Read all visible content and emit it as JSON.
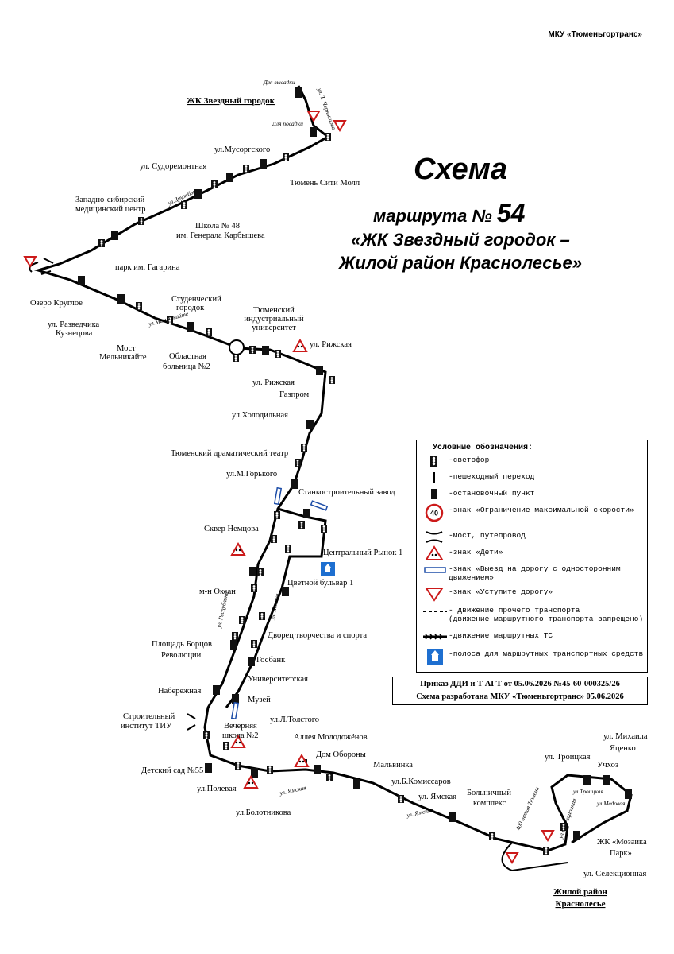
{
  "organization": "МКУ «Тюменьгортранс»",
  "title": {
    "word": "Схема",
    "route_prefix": "маршрута №",
    "route_number": "54",
    "line1": "«ЖК Звездный городок –",
    "line2": "Жилой район Краснолесье»"
  },
  "endpoints": {
    "start": "ЖК Звездный городок",
    "end_line1": "Жилой район",
    "end_line2": "Краснолесье"
  },
  "side_notes": {
    "drop_off": "Для высадки",
    "pick_up": "Для посадки"
  },
  "stops": {
    "musorgsky": "ул.Мусоргского",
    "city_mall": "Тюмень Сити Молл",
    "sudoremont": "ул. Судоремонтная",
    "zsmc_1": "Западно-сибирский",
    "zsmc_2": "медицинский центр",
    "school48_1": "Школа № 48",
    "school48_2": "им. Генерала Карбышева",
    "gagarin_park": "парк им. Гагарина",
    "ozero": "Озеро Круглое",
    "razvedchik_1": "ул. Разведчика",
    "razvedchik_2": "Кузнецова",
    "most_1": "Мост",
    "most_2": "Мельникайте",
    "stud_1": "Студенческий",
    "stud_2": "городок",
    "obl_1": "Областная",
    "obl_2": "больница №2",
    "tiu_1": "Тюменский",
    "tiu_2": "индустриальный",
    "tiu_3": "университет",
    "rizhskaya_a": "ул. Рижская",
    "rizhskaya_b": "ул. Рижская",
    "gazprom": "Газпром",
    "holodilnaya": "ул.Холодильная",
    "drama": "Тюменский драматический театр",
    "gorkogo": "ул.М.Горького",
    "stankozavod": "Станкостроительный завод",
    "nemtsova": "Сквер Немцова",
    "rynok": "Центральный Рынок 1",
    "tsvetnoy": "Цветной бульвар 1",
    "okean": "м-н Океан",
    "pl_1": "Площадь Борцов",
    "pl_2": "Революции",
    "dvorets": "Дворец творчества и спорта",
    "gosbank": "Госбанк",
    "univ": "Университетская",
    "naber": "Набережная",
    "muzey": "Музей",
    "stroit_1": "Строительный",
    "stroit_2": "институт ТИУ",
    "vech_1": "Вечерняя",
    "vech_2": "школа №2",
    "tolstogo": "ул.Л.Толстого",
    "alleya": "Аллея Молодожёнов",
    "dom_ob": "Дом Обороны",
    "malvinka": "Мальвинка",
    "kommisarov": "ул.Б.Комиссаров",
    "yamskaya": "ул. Ямская",
    "detsad": "Детский сад №55",
    "polevaya": "ул.Полевая",
    "bolotnikova": "ул.Болотникова",
    "bolnich_1": "Больничный",
    "bolnich_2": "комплекс",
    "troitskaya": "ул. Троицкая",
    "uchhoz": "Учхоз",
    "mikh_1": "ул. Михаила",
    "mikh_2": "Яценко",
    "mozanka_1": "ЖК «Мозаика",
    "mozanka_2": "Парк»",
    "selek": "ул. Селекционная"
  },
  "street_labels": {
    "chernyshova": "ул. Т. Чернышова",
    "druzhby": "ул.Дружбы",
    "melnikaite": "ул.Мельникайте",
    "respubliki": "ул. Республики",
    "lenina": "ул. Ленина",
    "yamskaya_1": "ул. Ямская",
    "yamskaya_2": "ул. Ямская",
    "troitskaya": "ул.Троицкая",
    "medovaya": "ул.Медовая",
    "selekts": "ул.Селекционная",
    "tyumen_ave": "400-летия Тюмени"
  },
  "legend": {
    "title": "Условные обозначения:",
    "items": [
      {
        "icon": "traffic-light-icon",
        "text": "-светофор"
      },
      {
        "icon": "pedestrian-crossing-icon",
        "text": "-пешеходный переход"
      },
      {
        "icon": "bus-stop-icon",
        "text": "-остановочный пункт"
      },
      {
        "icon": "speed-limit-icon",
        "value": "40",
        "text": "-знак «Ограничение максимальной скорости»"
      },
      {
        "icon": "bridge-icon",
        "text": "-мост, путепровод"
      },
      {
        "icon": "children-sign-icon",
        "text": "-знак «Дети»"
      },
      {
        "icon": "one-way-exit-icon",
        "text": "-знак «Выезд на дорогу с односторонним движением»"
      },
      {
        "icon": "yield-sign-icon",
        "text": "-знак «Уступите дорогу»"
      },
      {
        "icon": "other-traffic-icon",
        "text": "- движение прочего транспорта",
        "text2": "(движение маршрутного транспорта запрещено)"
      },
      {
        "icon": "route-traffic-icon",
        "text": "-движение маршрутных ТС"
      },
      {
        "icon": "bus-lane-icon",
        "text": "-полоса для маршрутных транспортных средств"
      }
    ]
  },
  "order": {
    "line1": "Приказ ДДИ и Т АГТ от 05.06.2026 №45-60-000325/26",
    "line2": "Схема разработана МКУ «Тюменьгортранс» 05.06.2026"
  },
  "colors": {
    "route": "#000000",
    "yield_sign": "#cc1a1a",
    "lane_sign": "#1e6fd0",
    "one_way": "#1e4ea8"
  }
}
